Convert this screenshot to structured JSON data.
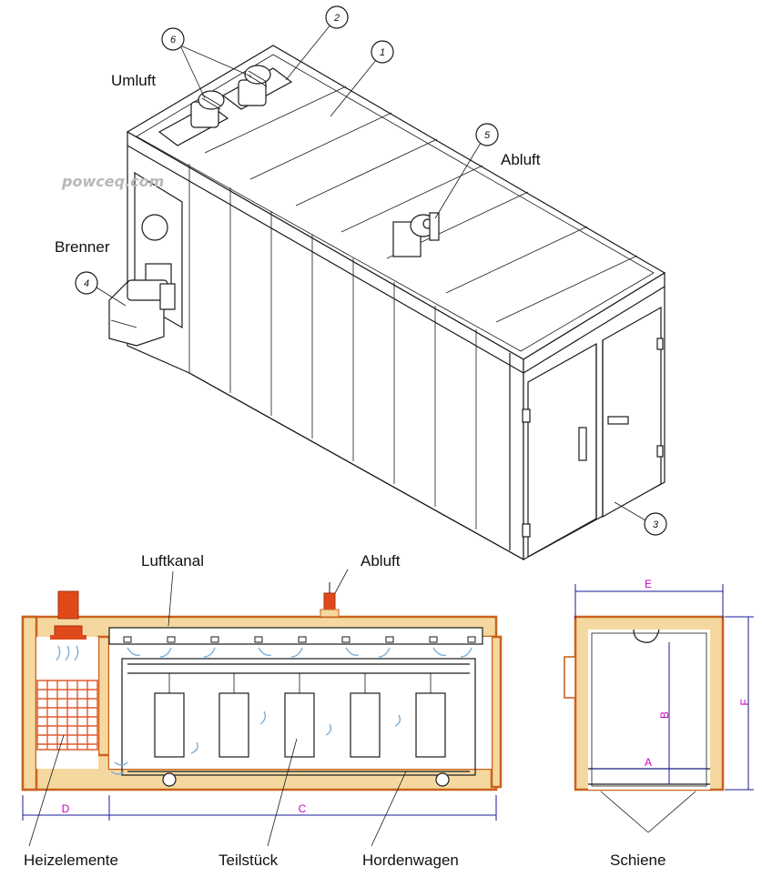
{
  "labels": {
    "umluft": "Umluft",
    "abluft_top": "Abluft",
    "brenner": "Brenner",
    "watermark": "powceq.com",
    "luftkanal": "Luftkanal",
    "abluft_bottom": "Abluft",
    "heizelemente": "Heizelemente",
    "teilstueck": "Teilstück",
    "hordenwagen": "Hordenwagen",
    "schiene": "Schiene"
  },
  "callouts": {
    "c1": "1",
    "c2": "2",
    "c3": "3",
    "c4": "4",
    "c5": "5",
    "c6": "6"
  },
  "dimensions": {
    "A": "A",
    "B": "B",
    "C": "C",
    "D": "D",
    "E": "E",
    "F": "F"
  },
  "colors": {
    "insulation_fill": "#f5d8a0",
    "insulation_border": "#c9621c",
    "motor": "#e04a1a",
    "heater": "#e05a2a",
    "airflow": "#7ab0d8",
    "dimension_text": "#d000c0"
  }
}
